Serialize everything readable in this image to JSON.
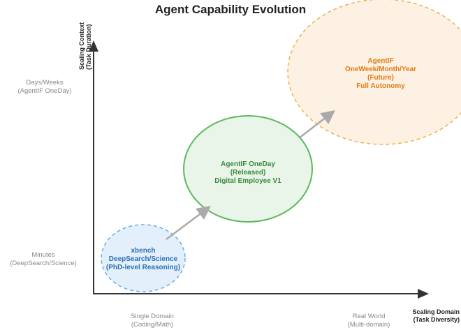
{
  "title": "Agent Capability Evolution",
  "y_axis": {
    "label_line1": "Scaling Context",
    "label_line2": "(Task Duration)",
    "ticks": [
      {
        "line1": "Days/Weeks",
        "line2": "(AgentIF OneDay)"
      },
      {
        "line1": "Minutes",
        "line2": "(DeepSearch/Science)"
      }
    ]
  },
  "x_axis": {
    "label_line1": "Scaling Domain",
    "label_line2": "(Task Diversity)",
    "ticks": [
      {
        "line1": "Single Domain",
        "line2": "(Coding/Math)"
      },
      {
        "line1": "Real World",
        "line2": "(Multi-domain)"
      }
    ]
  },
  "stages": [
    {
      "lines": [
        "xbench",
        "DeepSearch/Science",
        "(PhD-level Reasoning)"
      ],
      "color": "#2f6fb5",
      "fill": "#e3f0fb"
    },
    {
      "lines": [
        "AgentIF OneDay",
        "(Released)",
        "Digital Employee V1"
      ],
      "color": "#3a8a3e",
      "fill": "#e8f5e8"
    },
    {
      "lines": [
        "AgentIF",
        "OneWeek/Month/Year",
        "(Future)",
        "Full Autonomy"
      ],
      "color": "#e07b12",
      "fill": "#fdf1e4"
    }
  ]
}
